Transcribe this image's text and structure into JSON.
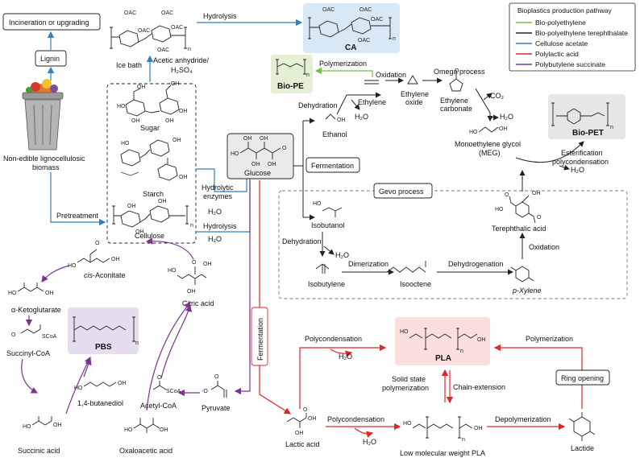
{
  "legend": {
    "title": "Bioplastics production pathway",
    "items": [
      {
        "label": "Bio-polyethylene",
        "color": "#7dbb42"
      },
      {
        "label": "Bio-polyethylene terephthalate",
        "color": "#222222"
      },
      {
        "label": "Cellulose acetate",
        "color": "#2f7fc1"
      },
      {
        "label": "Polylactic acid",
        "color": "#e0262a"
      },
      {
        "label": "Polybutylene succinate",
        "color": "#7b3294"
      }
    ]
  },
  "boxes": {
    "incineration": "Incineration or upgrading",
    "lignin": "Lignin",
    "fermentation_pet": "Fermentation",
    "gevo": "Gevo process",
    "fermentation_pla": "Fermentation",
    "ring_opening": "Ring opening"
  },
  "products": {
    "ca": "CA",
    "bio_pe": "Bio-PE",
    "bio_pet": "Bio-PET",
    "pla": "PLA",
    "pbs": "PBS"
  },
  "feedstock": {
    "biomass_line1": "Non-edible lignocellulosic",
    "biomass_line2": "biomass",
    "sugar": "Sugar",
    "starch": "Starch",
    "cellulose": "Cellulose",
    "glucose": "Glucose"
  },
  "ca_route": {
    "hydrolysis": "Hydrolysis",
    "ice_bath": "Ice bath",
    "acetic_anhydride": "Acetic anhydride/",
    "h2so4": "H₂SO₄",
    "pretreatment": "Pretreatment",
    "hydrolytic_enzymes_1": "Hydrolytic",
    "hydrolytic_enzymes_2": "enzymes",
    "h2o_a": "H₂O",
    "h2o_b": "H₂O"
  },
  "pet_route": {
    "polymerization": "Polymerization",
    "oxidation": "Oxidation",
    "omega_process": "Omega process",
    "dehydration": "Dehydration",
    "ethylene": "Ethylene",
    "ethylene_oxide_1": "Ethylene",
    "ethylene_oxide_2": "oxide",
    "ethylene_carbonate_1": "Ethylene",
    "ethylene_carbonate_2": "carbonate",
    "co2": "CO₂",
    "h2o_1": "H₂O",
    "h2o_2": "H₂O",
    "ethanol": "Ethanol",
    "meg_1": "Monoethylene glycol",
    "meg_2": "(MEG)",
    "esterification_1": "Esterification",
    "esterification_2": "polycondensation",
    "h2o_3": "H₂O",
    "isobutanol": "Isobutanol",
    "dehydration_2": "Dehydration",
    "h2o_4": "H₂O",
    "isobutylene": "Isobutylene",
    "dimerization": "Dimerization",
    "isooctene": "Isooctene",
    "dehydrogenation": "Dehydrogenation",
    "p_xylene": "p-Xylene",
    "oxidation_2": "Oxidation",
    "terephthalic_acid": "Terephthalic acid"
  },
  "pla_route": {
    "polycondensation_1": "Polycondensation",
    "h2o_1": "H₂O",
    "polymerization": "Polymerization",
    "solid_state_1": "Solid state",
    "solid_state_2": "polymerization",
    "chain_extension": "Chain-extension",
    "lactic_acid": "Lactic acid",
    "polycondensation_2": "Polycondensation",
    "h2o_2": "H₂O",
    "low_mw_pla": "Low molecular weight PLA",
    "depolymerization": "Depolymerization",
    "lactide": "Lactide"
  },
  "pbs_route": {
    "cis_aconitate_prefix": "cis",
    "cis_aconitate_suffix": "-Aconitate",
    "a_ketoglutarate": "α-Ketoglutarate",
    "citric_acid": "Citric acid",
    "succinyl_coa": "Succinyl-CoA",
    "scoa_1": "SCoA",
    "scoa_2": "SCoA",
    "butanediol": "1,4-butanediol",
    "acetyl_coa": "Acetyl-CoA",
    "pyruvate": "Pyruvate",
    "succinic_acid": "Succinic acid",
    "oxaloacetic_acid": "Oxaloacetic acid"
  },
  "atoms": {
    "oac": "OAC",
    "o": "O",
    "oh": "OH",
    "ho": "HO",
    "n": "n"
  }
}
